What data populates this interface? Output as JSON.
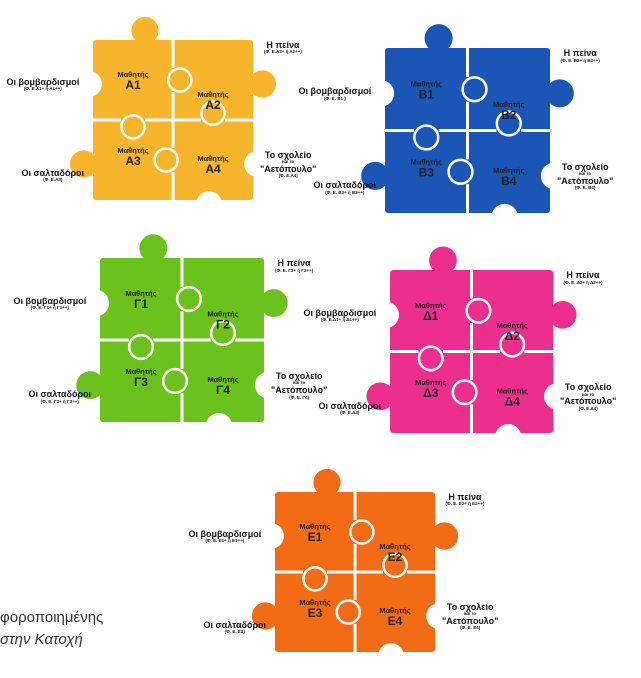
{
  "puzzles": [
    {
      "id": "A",
      "color": "#f7b52c",
      "students": [
        {
          "word": "Μαθητής",
          "label": "A1"
        },
        {
          "word": "Μαθητής",
          "label": "A2"
        },
        {
          "word": "Μαθητής",
          "label": "A3"
        },
        {
          "word": "Μαθητής",
          "label": "A4"
        }
      ],
      "left_top": {
        "main": "Οι βομβαρδισμοί",
        "code": "(Φ. Ε.Α1+ ή Α1++)"
      },
      "left_bottom": {
        "main": "Οι σαλταδόροι",
        "code": "(Φ. Ε.Α3)"
      },
      "right_top": {
        "main": "Η πείνα",
        "code": "(Φ. Ε.Α2+ ή Α2++)"
      },
      "right_bottom": {
        "main": "Το σχολείο",
        "sub": "και το",
        "sub2": "\"Αετόπουλο\"",
        "code": "(Φ. Ε.Α4)"
      }
    },
    {
      "id": "B",
      "color": "#1b55b6",
      "students": [
        {
          "word": "Μαθητής",
          "label": "B1"
        },
        {
          "word": "Μαθητής",
          "label": "B2"
        },
        {
          "word": "Μαθητής",
          "label": "B3"
        },
        {
          "word": "Μαθητής",
          "label": "B4"
        }
      ],
      "left_top": {
        "main": "Οι βομβαρδισμοί",
        "code": "(Φ. Ε. Β1 )"
      },
      "left_bottom": {
        "main": "Οι σαλταδόροι",
        "code": "(Φ. Ε. Β3+ ή Β3++)"
      },
      "right_top": {
        "main": "Η πείνα",
        "code": "(Φ. Ε. Β2+ ή Β2++)"
      },
      "right_bottom": {
        "main": "Το σχολείο",
        "sub": "και το",
        "sub2": "\"Αετόπουλο\"",
        "code": "(Φ. Ε. Β4)"
      }
    },
    {
      "id": "G",
      "color": "#6cc21c",
      "students": [
        {
          "word": "Μαθητής",
          "label": "Γ1"
        },
        {
          "word": "Μαθητής",
          "label": "Γ2"
        },
        {
          "word": "Μαθητής",
          "label": "Γ3"
        },
        {
          "word": "Μαθητής",
          "label": "Γ4"
        }
      ],
      "left_top": {
        "main": "Οι βομβαρδισμοί",
        "code": "(Φ. Ε. Γ1+ ή Γ1++)"
      },
      "left_bottom": {
        "main": "Οι σαλταδόροι",
        "code": "(Φ. Ε. Γ3+ ή Γ3++)"
      },
      "right_top": {
        "main": "Η πείνα",
        "code": "(Φ. Ε. Γ2+ ή Γ2++)"
      },
      "right_bottom": {
        "main": "Το σχολείο",
        "sub": "και το",
        "sub2": "\"Αετόπουλο\"",
        "code": "(Φ. Ε. Γ4)"
      }
    },
    {
      "id": "D",
      "color": "#ec2f8f",
      "students": [
        {
          "word": "Μαθητής",
          "label": "Δ1"
        },
        {
          "word": "Μαθητής",
          "label": "Δ2"
        },
        {
          "word": "Μαθητής",
          "label": "Δ3"
        },
        {
          "word": "Μαθητής",
          "label": "Δ4"
        }
      ],
      "left_top": {
        "main": "Οι βομβαρδισμοί",
        "code": "(Φ. Ε.Δ1+ ή Δ1++)"
      },
      "left_bottom": {
        "main": "Οι σαλταδόροι",
        "code": "(Φ. Ε.Δ3)"
      },
      "right_top": {
        "main": "Η πείνα",
        "code": "(Φ. Ε. Δ2+ ή Δ2++)"
      },
      "right_bottom": {
        "main": "Το σχολείο",
        "sub": "και το",
        "sub2": "\"Αετόπουλο\"",
        "code": "(Φ. Ε.Δ4)"
      }
    },
    {
      "id": "E",
      "color": "#f46b16",
      "students": [
        {
          "word": "Μαθητής",
          "label": "E1"
        },
        {
          "word": "Μαθητής",
          "label": "E2"
        },
        {
          "word": "Μαθητής",
          "label": "E3"
        },
        {
          "word": "Μαθητής",
          "label": "E4"
        }
      ],
      "left_top": {
        "main": "Οι βομβαρδισμοί",
        "code": "(Φ. Ε. Ε1+ ή Ε1++)"
      },
      "left_bottom": {
        "main": "Οι σαλταδόροι",
        "code": "(Φ. Ε. Ε3)"
      },
      "right_top": {
        "main": "Η πείνα",
        "code": "(Φ. Ε. Ε2+ ή Ε2++)"
      },
      "right_bottom": {
        "main": "Το σχολείο",
        "sub": "και το",
        "sub2": "\"Αετόπουλο\"",
        "code": "(Φ. Ε. Ε4)"
      }
    }
  ],
  "caption": {
    "line1": "φοροποιημένης",
    "line2": "στην Κατοχή"
  }
}
